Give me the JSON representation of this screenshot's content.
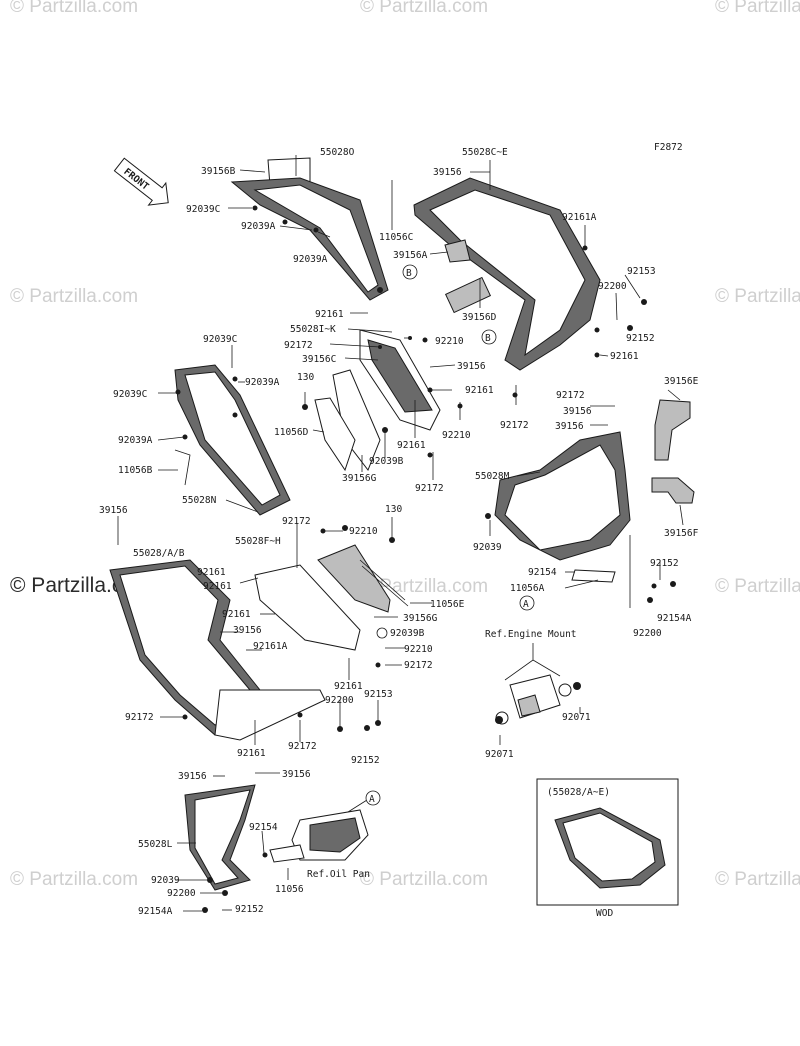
{
  "figure_code": "F2872",
  "front_arrow_label": "FRONT",
  "watermark_text": "© Partzilla.com",
  "wod_label": "WOD",
  "wod_box_label": "(55028/A~E)",
  "ref_labels": {
    "engine_mount": "Ref.Engine Mount",
    "oil_pan": "Ref.Oil Pan"
  },
  "callouts": [
    "A",
    "B"
  ],
  "part_numbers": [
    "55028O",
    "39156B",
    "92039C",
    "92039A",
    "92039A",
    "11056C",
    "39156",
    "55028C~E",
    "92161A",
    "39156A",
    "92153",
    "92200",
    "92152",
    "92161",
    "92161",
    "55028I~K",
    "92172",
    "39156C",
    "92210",
    "39156",
    "39156D",
    "92039C",
    "92039A",
    "92039C",
    "130",
    "11056D",
    "92039A",
    "11056B",
    "55028N",
    "92039B",
    "39156G",
    "92161",
    "92210",
    "92172",
    "92161",
    "92172",
    "92172",
    "39156",
    "39156",
    "39156E",
    "55028M",
    "92039",
    "92154",
    "11056A",
    "39156F",
    "92152",
    "92154A",
    "92200",
    "39156",
    "55028/A/B",
    "92172",
    "92210",
    "130",
    "55028F~H",
    "92161",
    "92161",
    "92161",
    "39156",
    "92161A",
    "11056E",
    "39156G",
    "92039B",
    "92210",
    "92172",
    "92161",
    "92200",
    "92153",
    "92172",
    "92161",
    "92172",
    "92152",
    "39156",
    "39156",
    "55028L",
    "92154",
    "92039",
    "92200",
    "92154A",
    "92152",
    "11056",
    "92071",
    "92071"
  ],
  "colors": {
    "line": "#1a1a1a",
    "part_dark": "#6a6a6a",
    "part_mid": "#bdbdbd",
    "watermark": "#cfcfcf"
  }
}
